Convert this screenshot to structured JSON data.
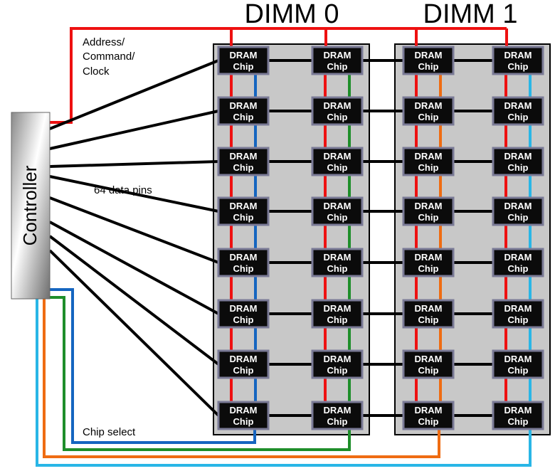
{
  "dimms": [
    {
      "title": "DIMM 0"
    },
    {
      "title": "DIMM 1"
    }
  ],
  "controller": {
    "label": "Controller"
  },
  "chip": {
    "line1": "DRAM",
    "line2": "Chip"
  },
  "annotations": {
    "address_line1": "Address/",
    "address_line2": "Command/",
    "address_line3": "Clock",
    "data_pins": "64 data pins",
    "chip_select": "Chip select"
  },
  "colors": {
    "address_bus": "#ee1111",
    "data_wire": "#000000",
    "rank_dimm0_col0": "#1565c0",
    "rank_dimm0_col1": "#1e8e2a",
    "rank_dimm1_col0": "#ef6c12",
    "rank_dimm1_col1": "#29b6e6",
    "dimm_fill": "#c8c8c8",
    "chip_fill": "#0b0b0b",
    "chip_border": "#7a7a96"
  }
}
